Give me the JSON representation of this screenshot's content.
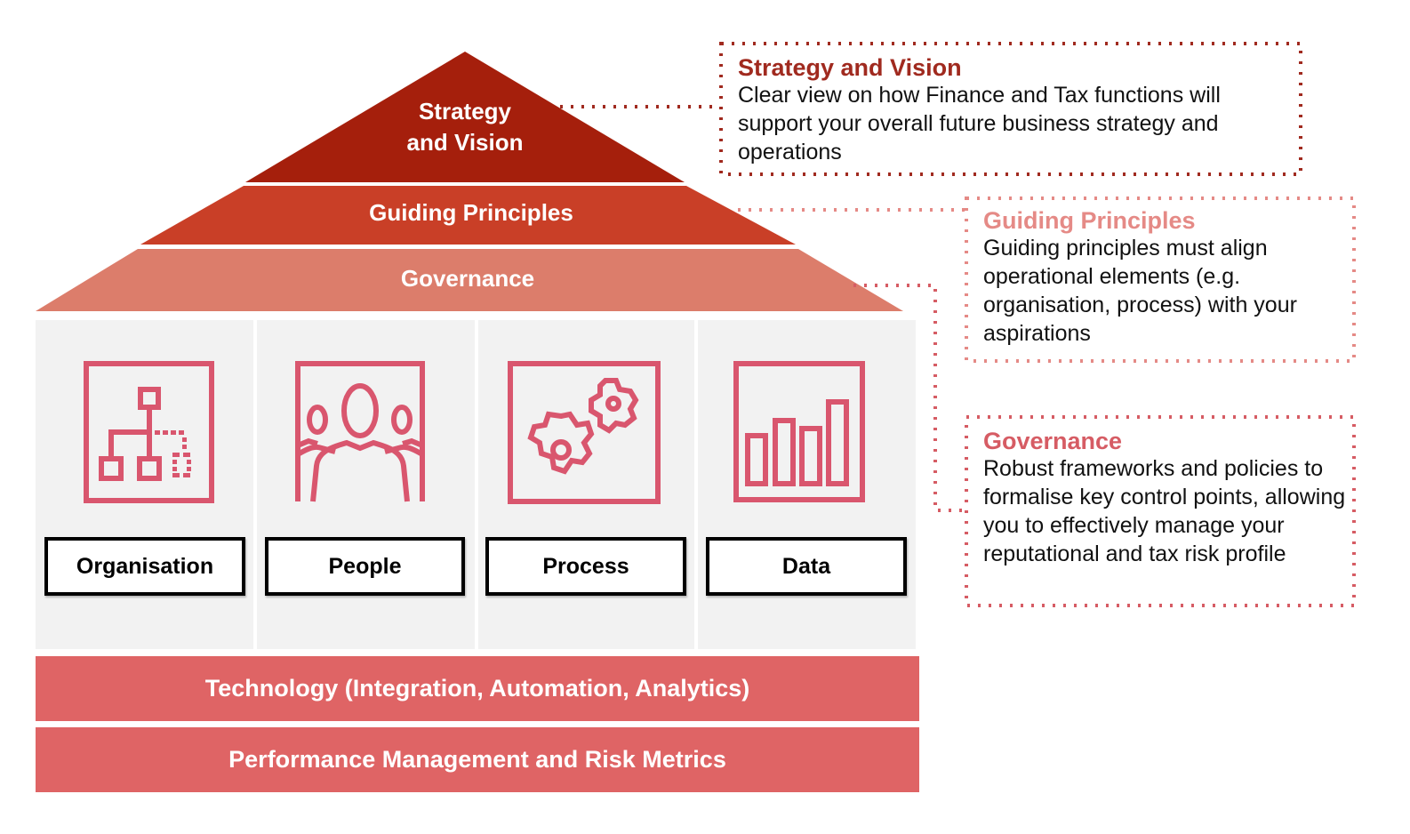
{
  "colors": {
    "strategy": "#a51f0c",
    "guiding": "#c93f27",
    "governance": "#dc7d6b",
    "pillar_bg": "#f2f2f2",
    "icon": "#d9566e",
    "band": "#df6465",
    "strategy_title": "#a02a1f",
    "guiding_title": "#e58a86",
    "governance_title": "#d65c64"
  },
  "roof": {
    "strategy_line1": "Strategy",
    "strategy_line2": "and Vision",
    "guiding": "Guiding Principles",
    "governance": "Governance"
  },
  "pillars": [
    {
      "label": "Organisation",
      "icon": "org-chart-icon"
    },
    {
      "label": "People",
      "icon": "people-icon"
    },
    {
      "label": "Process",
      "icon": "gears-icon"
    },
    {
      "label": "Data",
      "icon": "bar-chart-icon"
    }
  ],
  "bands": {
    "technology": "Technology (Integration, Automation, Analytics)",
    "performance": "Performance Management and Risk Metrics"
  },
  "callouts": {
    "strategy": {
      "title": "Strategy and Vision",
      "body": "Clear view on how Finance and Tax functions will support your overall future business strategy and operations"
    },
    "guiding": {
      "title": "Guiding Principles",
      "body": "Guiding principles must align operational elements (e.g. organisation, process) with your aspirations"
    },
    "governance": {
      "title": "Governance",
      "body": "Robust frameworks and policies to formalise key control points, allowing you to effectively manage your reputational and tax risk profile"
    }
  }
}
